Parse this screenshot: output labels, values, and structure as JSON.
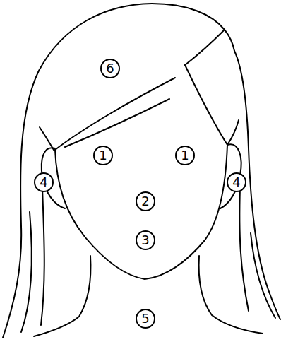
{
  "diagram": {
    "nodes": [
      {
        "text": [
          "6"
        ]
      },
      {
        "text": [
          "1"
        ]
      },
      {
        "text": [
          "1"
        ]
      },
      {
        "text": [
          "4"
        ]
      },
      {
        "text": [
          "4"
        ]
      },
      {
        "text": [
          "2"
        ]
      },
      {
        "text": [
          "3"
        ]
      },
      {
        "text": [
          "5"
        ]
      }
    ]
  }
}
